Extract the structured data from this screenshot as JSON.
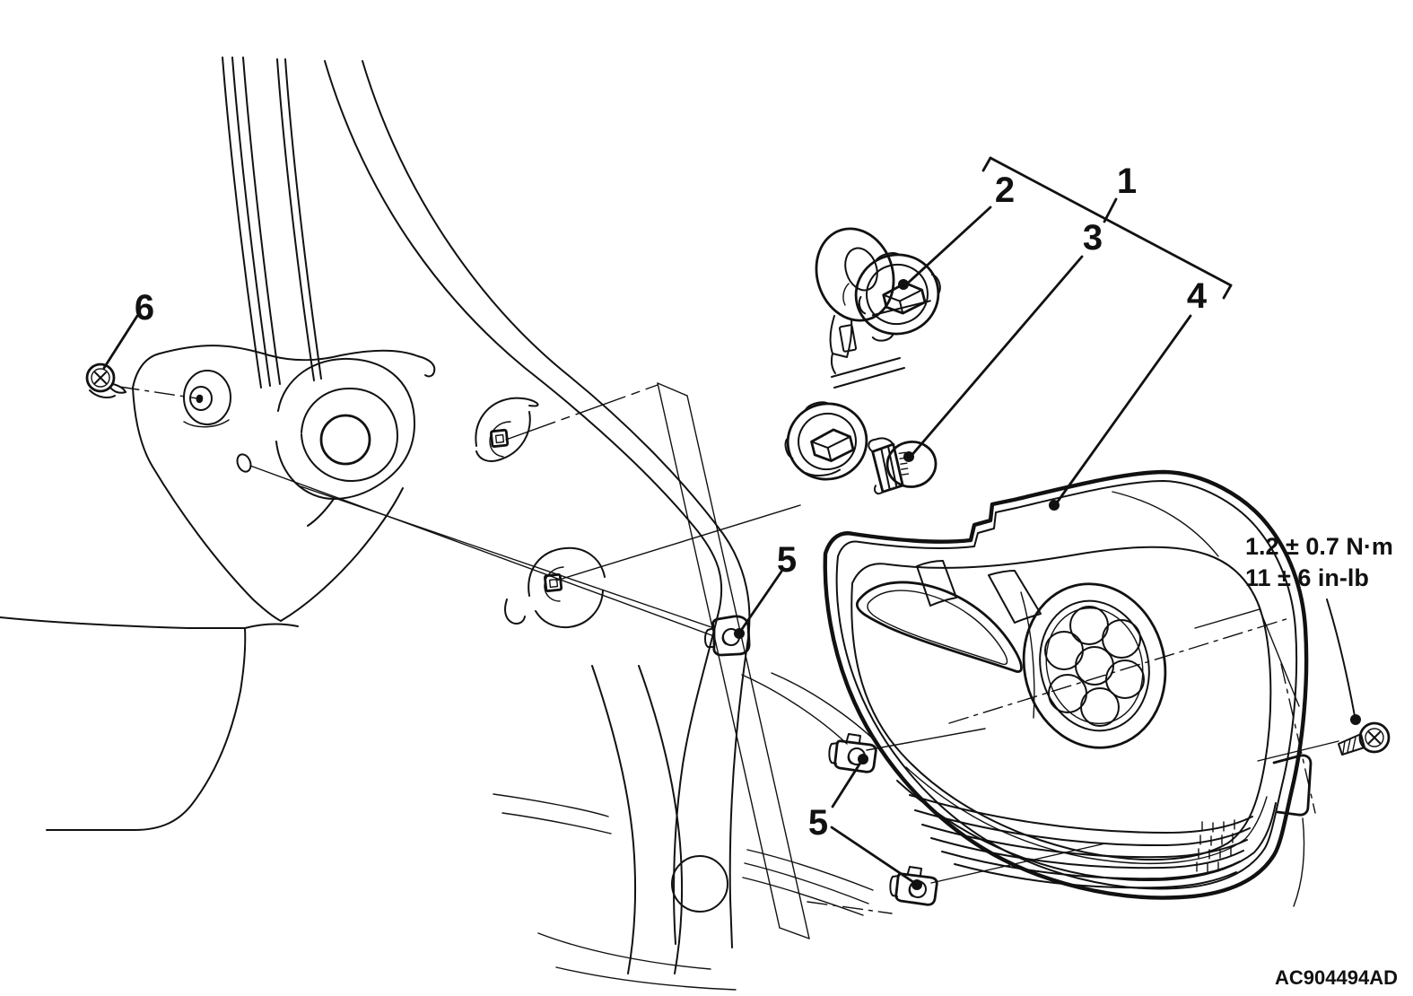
{
  "figure": {
    "drawing_code": "AC904494AD",
    "background": "#ffffff",
    "line_color": "#111111",
    "text_color": "#000000"
  },
  "torque_note": {
    "metric": "1.2 ± 0.7 N·m",
    "imperial": "11 ± 6 in-lb"
  },
  "callouts": {
    "c1": "1",
    "c2": "2",
    "c3": "3",
    "c4": "4",
    "c5_top": "5",
    "c5_bottom": "5",
    "c6": "6"
  }
}
